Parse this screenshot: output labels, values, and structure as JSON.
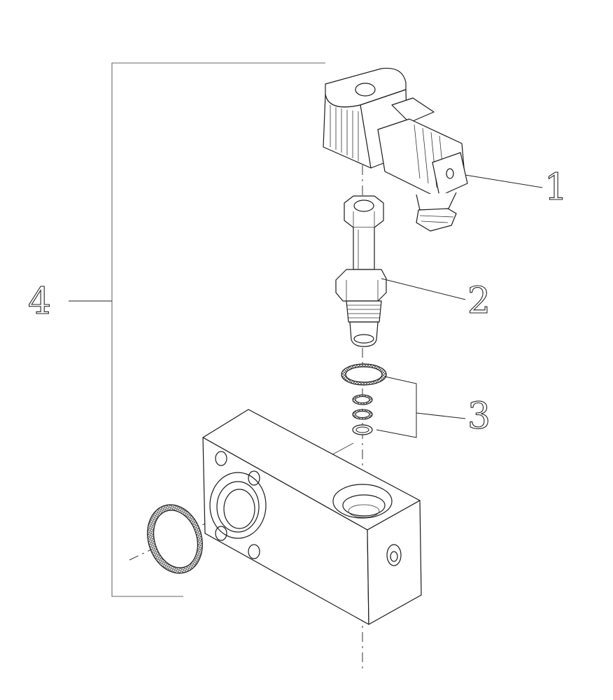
{
  "diagram": {
    "callouts": {
      "part_1": "1",
      "part_2": "2",
      "part_3": "3",
      "part_4": "4"
    },
    "colors": {
      "line": "#1a1a1a",
      "background": "#ffffff",
      "gasket_hatch": "#555555"
    }
  }
}
